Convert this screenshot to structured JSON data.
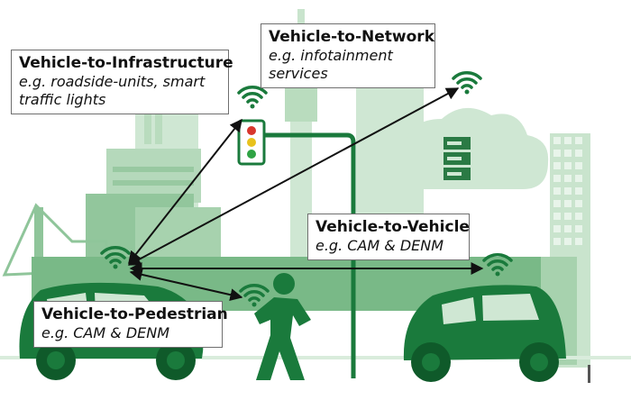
{
  "labels": {
    "v2i": {
      "title": "Vehicle-to-Infrastructure",
      "desc_line1": "e.g. roadside-units, smart",
      "desc_line2": "traffic lights"
    },
    "v2n": {
      "title": "Vehicle-to-Network",
      "desc_line1": "e.g. infotainment",
      "desc_line2": "services"
    },
    "v2v": {
      "title": "Vehicle-to-Vehicle",
      "desc_line1": "e.g. CAM & DENM"
    },
    "v2p": {
      "title": "Vehicle-to-Pedestrian",
      "desc_line1": "e.g. CAM & DENM"
    }
  },
  "colors": {
    "dark_green": "#1a7a3c",
    "mid_green": "#3f9a5d",
    "light_green": "#a7d2ae",
    "pale_green": "#cfe7d3",
    "traffic_red": "#d8362c",
    "traffic_yellow": "#e8c21d",
    "traffic_green": "#2fa344",
    "arrow": "#111111"
  },
  "icons": [
    "wifi-icon",
    "server-icon",
    "cloud-icon",
    "traffic-light-icon",
    "pedestrian-icon",
    "car-icon"
  ]
}
